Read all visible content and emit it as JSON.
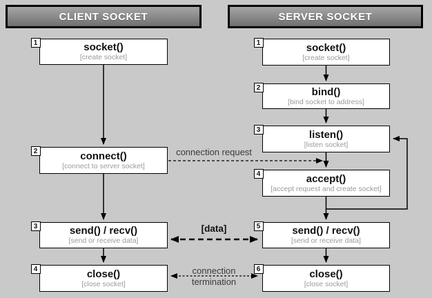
{
  "diagram": {
    "client": {
      "header": "CLIENT SOCKET",
      "nodes": [
        {
          "id": "client-socket",
          "num": "1",
          "title": "socket()",
          "subtitle": "[create socket]"
        },
        {
          "id": "client-connect",
          "num": "2",
          "title": "connect()",
          "subtitle": "[connect to server socket]"
        },
        {
          "id": "client-sendrecv",
          "num": "3",
          "title": "send() / recv()",
          "subtitle": "[send or receive data]"
        },
        {
          "id": "client-close",
          "num": "4",
          "title": "close()",
          "subtitle": "[close socket]"
        }
      ]
    },
    "server": {
      "header": "SERVER SOCKET",
      "nodes": [
        {
          "id": "server-socket",
          "num": "1",
          "title": "socket()",
          "subtitle": "[create socket]"
        },
        {
          "id": "server-bind",
          "num": "2",
          "title": "bind()",
          "subtitle": "[bind socket to address]"
        },
        {
          "id": "server-listen",
          "num": "3",
          "title": "listen()",
          "subtitle": "[listen socket]"
        },
        {
          "id": "server-accept",
          "num": "4",
          "title": "accept()",
          "subtitle": "[accept request and create socket]"
        },
        {
          "id": "server-sendrecv",
          "num": "5",
          "title": "send() / recv()",
          "subtitle": "[send or receive data]"
        },
        {
          "id": "server-close",
          "num": "6",
          "title": "close()",
          "subtitle": "[close socket]"
        }
      ]
    },
    "edge_labels": {
      "connection_request": "connection request",
      "data": "[data]",
      "termination_line1": "connection",
      "termination_line2": "termination"
    },
    "edges": [
      {
        "from": "client-socket",
        "to": "client-connect",
        "style": "solid-arrow"
      },
      {
        "from": "client-connect",
        "to": "client-sendrecv",
        "style": "solid-arrow"
      },
      {
        "from": "client-sendrecv",
        "to": "client-close",
        "style": "solid-arrow"
      },
      {
        "from": "server-socket",
        "to": "server-bind",
        "style": "solid-arrow"
      },
      {
        "from": "server-bind",
        "to": "server-listen",
        "style": "solid-arrow"
      },
      {
        "from": "server-listen",
        "to": "server-accept",
        "style": "solid-arrow"
      },
      {
        "from": "server-accept",
        "to": "server-sendrecv",
        "style": "solid-arrow"
      },
      {
        "from": "server-sendrecv",
        "to": "server-close",
        "style": "solid-arrow"
      },
      {
        "from": "server-accept",
        "to": "server-listen",
        "style": "solid-loop-arrow"
      },
      {
        "from": "client-connect",
        "to": "server-accept",
        "style": "dashed-arrow",
        "label": "connection request"
      },
      {
        "from": "client-sendrecv",
        "to": "server-sendrecv",
        "style": "dashed-bold-bidirectional",
        "label": "[data]"
      },
      {
        "from": "client-close",
        "to": "server-close",
        "style": "dashed-bidirectional",
        "label": "connection termination"
      }
    ],
    "colors": {
      "background": "#c9c9c9",
      "header_top": "#a6a6a6",
      "header_bottom": "#6f6f6f",
      "header_text": "#ffffff",
      "box_fill": "#ffffff",
      "box_border": "#000000",
      "title_text": "#111111",
      "subtitle_text": "#9a9a9a",
      "label_text": "#3a3a3a",
      "line": "#000000"
    }
  }
}
